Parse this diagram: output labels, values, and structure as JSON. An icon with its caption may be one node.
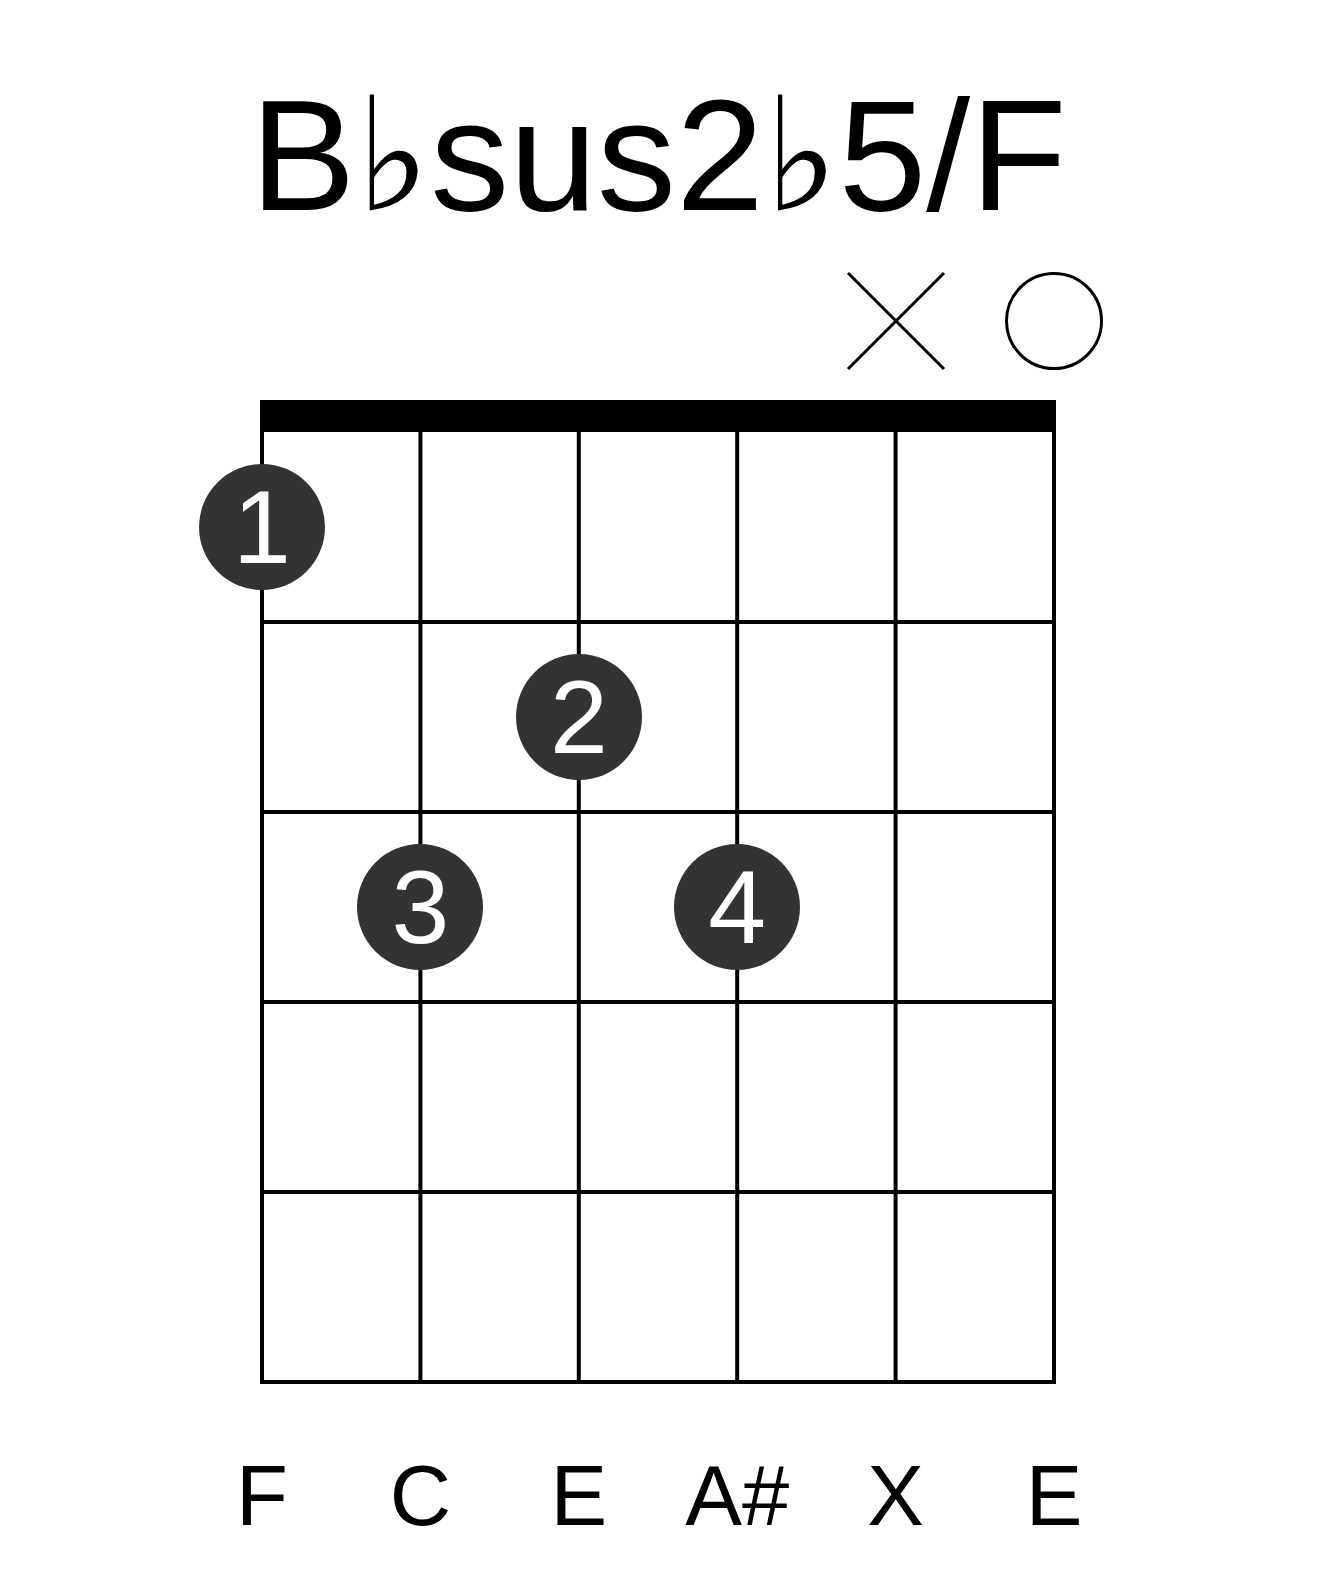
{
  "diagram": {
    "title": "B♭sus2♭5/F",
    "nodes": [
      {
        "text": [
          "1"
        ]
      },
      {
        "text": [
          "2"
        ]
      },
      {
        "text": [
          "3"
        ]
      },
      {
        "text": [
          "4"
        ]
      }
    ],
    "labels": [
      "F",
      "C",
      "E",
      "A#",
      "X",
      "E"
    ]
  }
}
